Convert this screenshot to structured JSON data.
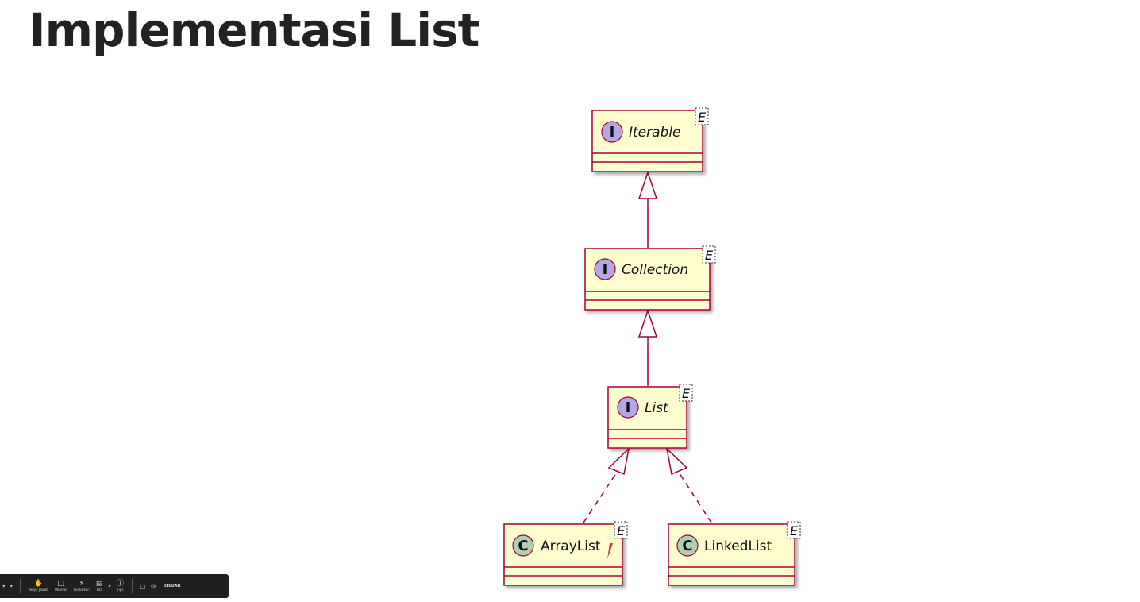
{
  "slide": {
    "title": "Implementasi List"
  },
  "diagram": {
    "classes": [
      {
        "id": "iterable",
        "name": "Iterable",
        "kind": "interface",
        "stereotype_letter": "I",
        "generic": "E",
        "italic": true
      },
      {
        "id": "collection",
        "name": "Collection",
        "kind": "interface",
        "stereotype_letter": "I",
        "generic": "E",
        "italic": true
      },
      {
        "id": "list",
        "name": "List",
        "kind": "interface",
        "stereotype_letter": "I",
        "generic": "E",
        "italic": true
      },
      {
        "id": "arraylist",
        "name": "ArrayList",
        "kind": "class",
        "stereotype_letter": "C",
        "generic": "E",
        "italic": false
      },
      {
        "id": "linkedlist",
        "name": "LinkedList",
        "kind": "class",
        "stereotype_letter": "C",
        "generic": "E",
        "italic": false
      }
    ],
    "relations": [
      {
        "from": "collection",
        "to": "iterable",
        "type": "extends"
      },
      {
        "from": "list",
        "to": "collection",
        "type": "extends"
      },
      {
        "from": "arraylist",
        "to": "list",
        "type": "implements"
      },
      {
        "from": "linkedlist",
        "to": "list",
        "type": "implements"
      }
    ],
    "colors": {
      "box_fill": "#fefece",
      "box_border": "#a80036",
      "interface_circle": "#b4a7e5",
      "class_circle": "#add1b2",
      "arrow": "#a80036"
    }
  },
  "toolbar": {
    "items": [
      {
        "icon": "hand-icon",
        "label": "Tanya Jawab"
      },
      {
        "icon": "chat-icon",
        "label": "Obrolan"
      },
      {
        "icon": "reaction-icon",
        "label": "Reaksikan"
      },
      {
        "icon": "view-icon",
        "label": "Tata"
      },
      {
        "icon": "info-icon",
        "label": "Tips"
      }
    ],
    "exit_label": "KELUAR"
  }
}
